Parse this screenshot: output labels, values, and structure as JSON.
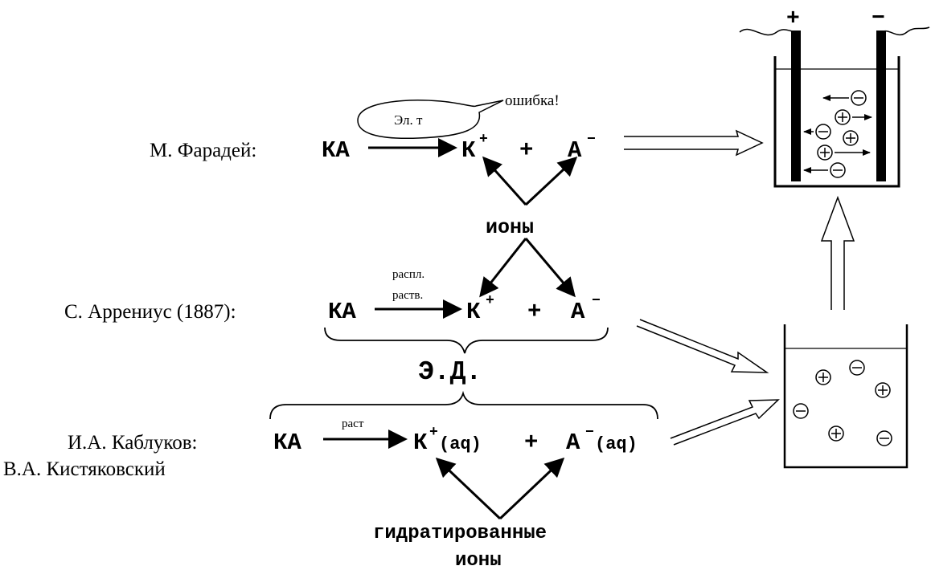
{
  "faraday": {
    "author": "М. Фарадей:",
    "reactant": "КА",
    "cation": "К",
    "cation_charge": "+",
    "plus": "+",
    "anion": "А",
    "anion_charge": "−",
    "bubble": "Эл. т",
    "error_note": "ошибка!"
  },
  "ions_label": "ионы",
  "arrhenius": {
    "author": "С. Аррениус (1887):",
    "reactant": "КА",
    "cond_melt": "распл.",
    "cond_solution": "раств.",
    "cation": "К",
    "cation_charge": "+",
    "plus": "+",
    "anion": "А",
    "anion_charge": "−"
  },
  "theory_label": "Э.Д.",
  "kablukov": {
    "author1": "И.А. Каблуков:",
    "author2": "В.А. Кистяковский",
    "reactant": "КА",
    "condition": "раст",
    "cation": "К",
    "cation_charge": "+",
    "cation_state": "(aq)",
    "plus": "+",
    "anion": "А",
    "anion_charge": "−",
    "anion_state": "(aq)"
  },
  "hydrated_label_1": "гидратированные",
  "hydrated_label_2": "ионы",
  "electrolyzer": {
    "positive": "+",
    "negative": "−",
    "ion_rows": [
      "←⊖",
      "⊕→",
      "←⊖ ⊕",
      "⊕→",
      "←⊖"
    ]
  },
  "beaker": {
    "ions": [
      "⊕",
      "⊖",
      "⊕",
      "⊖",
      "⊕",
      "⊖"
    ]
  }
}
